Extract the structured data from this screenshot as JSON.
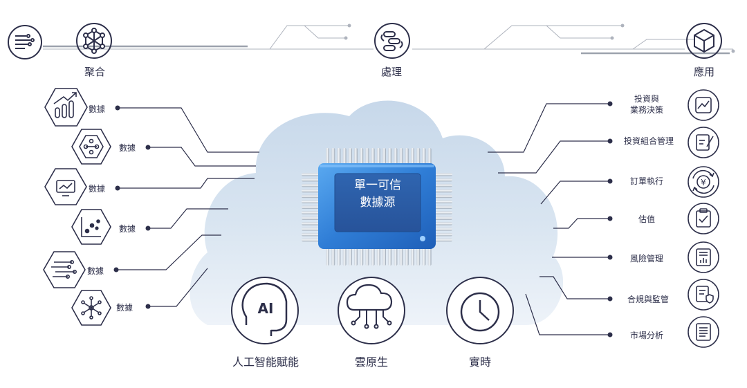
{
  "top": {
    "stage1": "聚合",
    "stage2": "處理",
    "stage3": "應用"
  },
  "left_items": [
    {
      "label": "數據",
      "icon": "rising-bar-chart-icon"
    },
    {
      "label": "數據",
      "icon": "network-nodes-icon"
    },
    {
      "label": "數據",
      "icon": "monitor-trend-icon"
    },
    {
      "label": "數據",
      "icon": "scatter-plot-icon"
    },
    {
      "label": "數據",
      "icon": "data-flow-icon"
    },
    {
      "label": "數據",
      "icon": "hub-network-icon"
    }
  ],
  "center": {
    "line1": "單一可信",
    "line2": "數據源"
  },
  "features": [
    {
      "label": "人工智能賦能",
      "icon": "ai-head-icon"
    },
    {
      "label": "雲原生",
      "icon": "cloud-circuit-icon"
    },
    {
      "label": "實時",
      "icon": "clock-icon"
    }
  ],
  "right_items": [
    {
      "line1": "投資與",
      "line2": "業務決策",
      "icon": "line-chart-icon"
    },
    {
      "line1": "投資組合管理",
      "line2": "",
      "icon": "edit-document-icon"
    },
    {
      "line1": "訂單執行",
      "line2": "",
      "icon": "yen-exchange-icon"
    },
    {
      "line1": "估值",
      "line2": "",
      "icon": "clipboard-check-icon"
    },
    {
      "line1": "風險管理",
      "line2": "",
      "icon": "report-chart-icon"
    },
    {
      "line1": "合規與監管",
      "line2": "",
      "icon": "document-shield-icon"
    },
    {
      "line1": "市場分析",
      "line2": "",
      "icon": "list-document-icon"
    }
  ],
  "colors": {
    "ink": "#2d2f4a",
    "cloud_top": "#c8d9ea",
    "cloud_bottom": "#e9f0f7",
    "chip_blue": "#2f7dd6",
    "chip_inner": "#2a5ea8",
    "pin": "#aeb8c5"
  }
}
